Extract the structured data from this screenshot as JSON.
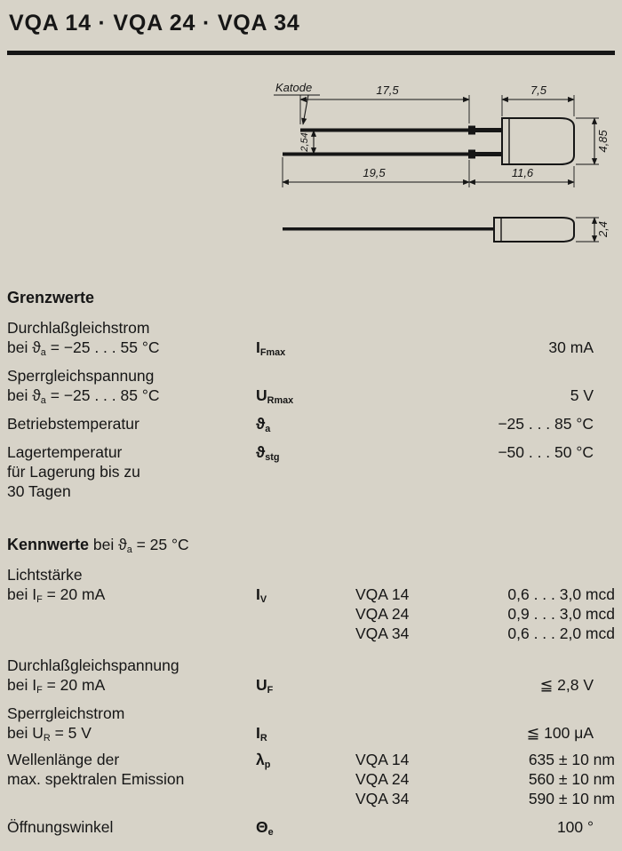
{
  "page": {
    "title": "VQA 14 · VQA 24 · VQA 34"
  },
  "drawing": {
    "katode_label": "Katode",
    "dim_lead_top": "17,5",
    "dim_body_width": "7,5",
    "dim_lead_pitch": "2,54",
    "dim_body_height": "4,85",
    "dim_lead_bottom": "19,5",
    "dim_body_length": "11,6",
    "dim_profile_height": "2,4"
  },
  "grenzwerte": {
    "heading": "Grenzwerte",
    "rows": [
      {
        "line1": "Durchlaßgleichstrom",
        "cond_pre": "bei ",
        "cond_sym": "ϑ",
        "cond_sub": "a",
        "cond_post": " = −25 . . . 55 °C",
        "sym_base": "I",
        "sym_sub": "Fmax",
        "value": "30 mA"
      },
      {
        "line1": "Sperrgleichspannung",
        "cond_pre": "bei ",
        "cond_sym": "ϑ",
        "cond_sub": "a",
        "cond_post": " = −25 . . . 85 °C",
        "sym_base": "U",
        "sym_sub": "Rmax",
        "value": "5 V"
      },
      {
        "line1": "Betriebstemperatur",
        "sym_base": "ϑ",
        "sym_sub": "a",
        "value": "−25 . . . 85 °C"
      },
      {
        "line1": "Lagertemperatur",
        "line2": "für Lagerung bis zu",
        "line3": "30 Tagen",
        "sym_base": "ϑ",
        "sym_sub": "stg",
        "value": "−50 . . . 50 °C"
      }
    ]
  },
  "kennwerte": {
    "heading_bold": "Kennwerte",
    "heading_pre": " bei ",
    "heading_sym": "ϑ",
    "heading_sub": "a",
    "heading_post": " = 25 °C",
    "rows": [
      {
        "line1": "Lichtstärke",
        "cond_pre": "bei ",
        "cond_base": "I",
        "cond_sub": "F",
        "cond_post": " = 20 mA",
        "sym_base": "I",
        "sym_sub": "V",
        "variants": [
          {
            "name": "VQA 14",
            "value": "0,6 . . . 3,0 mcd"
          },
          {
            "name": "VQA 24",
            "value": "0,9 . . . 3,0 mcd"
          },
          {
            "name": "VQA 34",
            "value": "0,6 . . . 2,0 mcd"
          }
        ]
      },
      {
        "line1": "Durchlaßgleichspannung",
        "cond_pre": "bei ",
        "cond_base": "I",
        "cond_sub": "F",
        "cond_post": " = 20 mA",
        "sym_base": "U",
        "sym_sub": "F",
        "value": "≦ 2,8 V"
      },
      {
        "line1": "Sperrgleichstrom",
        "cond_pre": "bei ",
        "cond_base": "U",
        "cond_sub": "R",
        "cond_post": " = 5 V",
        "sym_base": "I",
        "sym_sub": "R",
        "value": "≦ 100 μA"
      },
      {
        "line1": "Wellenlänge der",
        "line2": "max. spektralen Emission",
        "sym_base": "λ",
        "sym_sub": "p",
        "variants": [
          {
            "name": "VQA 14",
            "value": "635 ± 10 nm"
          },
          {
            "name": "VQA 24",
            "value": "560 ± 10 nm"
          },
          {
            "name": "VQA 34",
            "value": "590 ± 10 nm"
          }
        ]
      },
      {
        "line1": "Öffnungswinkel",
        "sym_base": "Θ",
        "sym_sub": "e",
        "value": "100 °"
      }
    ]
  }
}
